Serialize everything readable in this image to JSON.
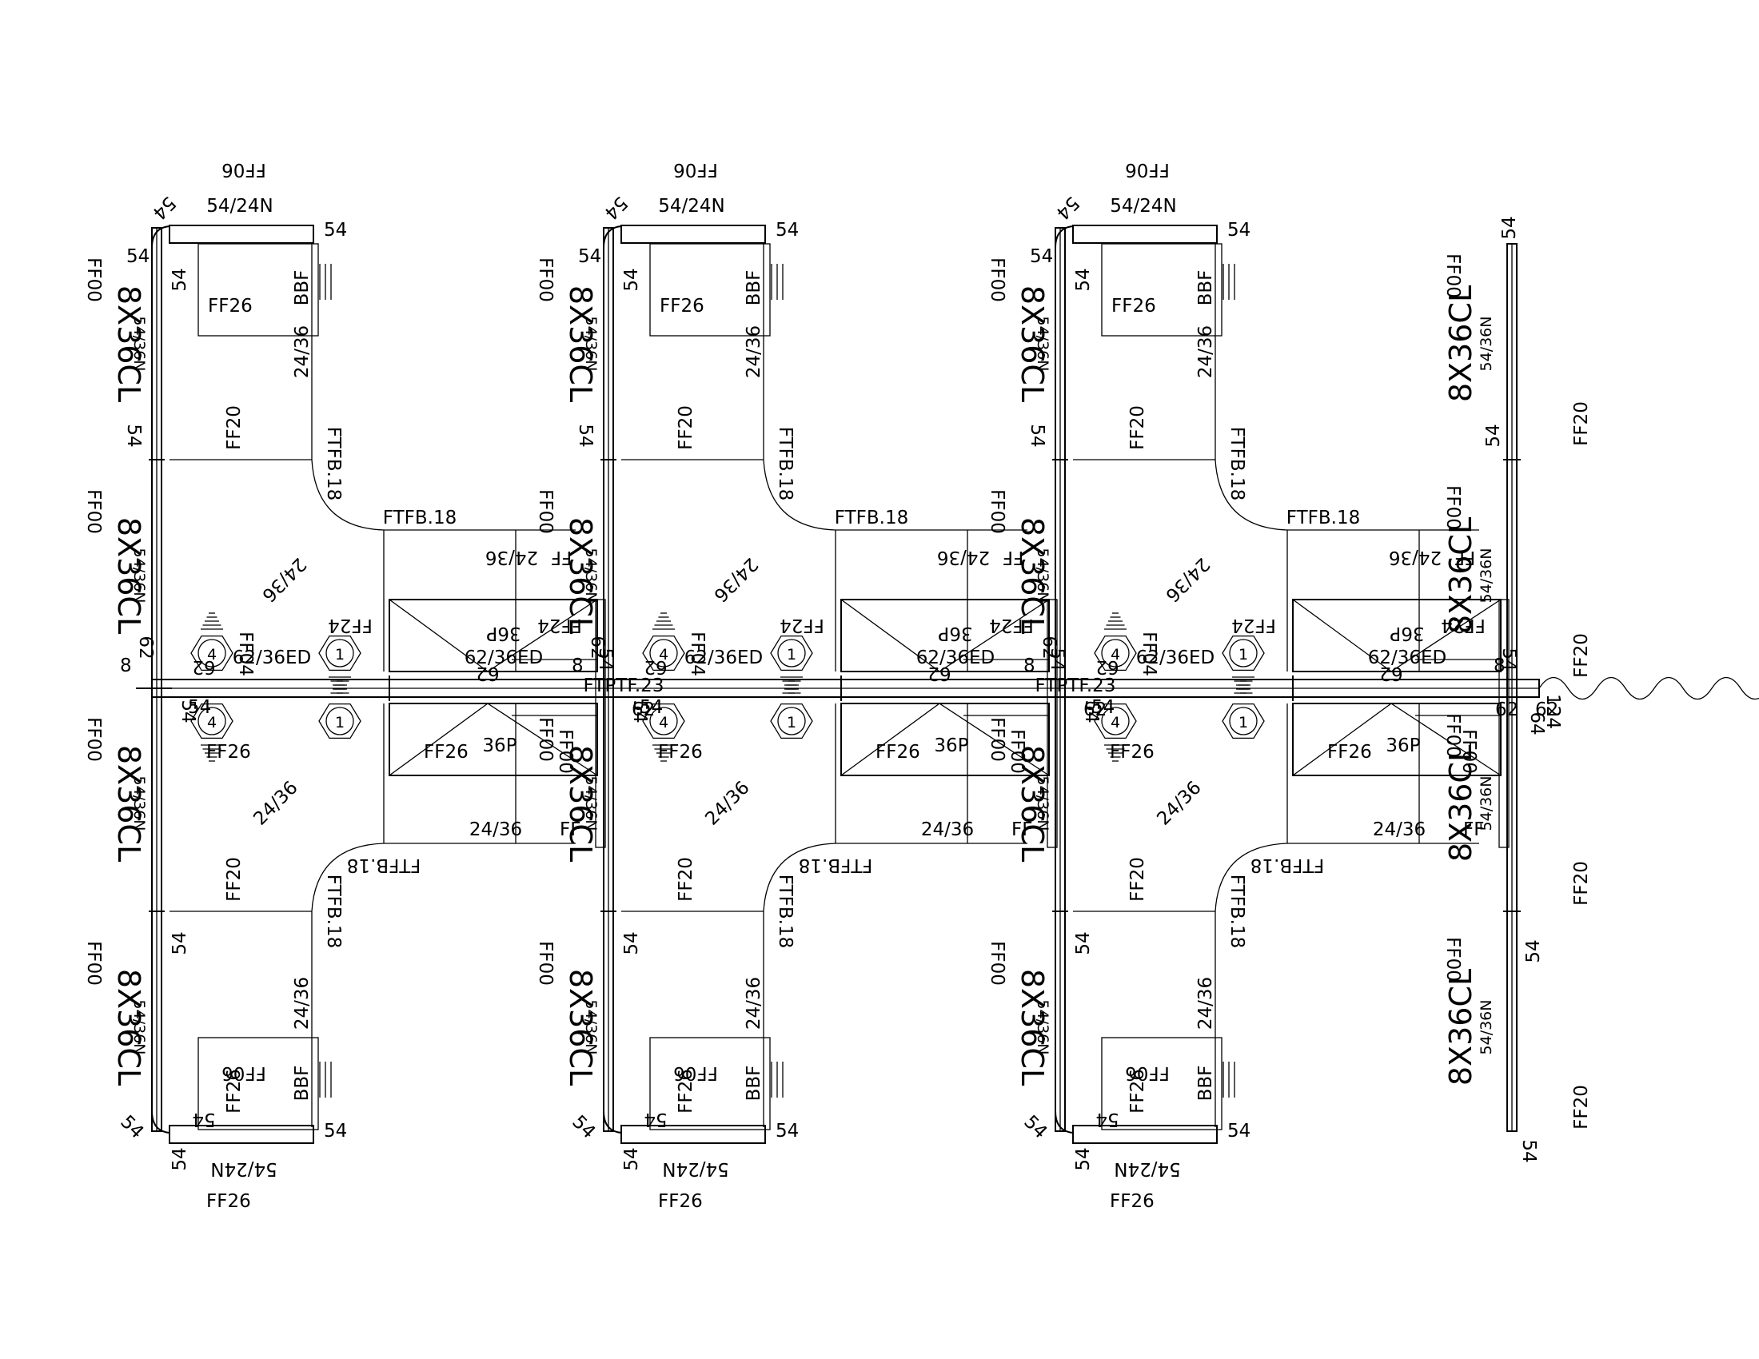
{
  "labels": {
    "top_panel": "54/24N",
    "panel_54": "54",
    "bbf": "BBF",
    "ff": "FF",
    "ff20": "FF20",
    "ff24": "FF24",
    "ff26": "FF26",
    "ff04": "FF04",
    "ff06": "FF06",
    "ff00": "FF00",
    "ftfb": "FTFB.18",
    "ftptf": "FTPTF.23",
    "w2436": "24/36",
    "w6236": "62/36ED",
    "p36": "36P",
    "d62": "62",
    "panel_v": "8X36CL",
    "side_panel": "54/36N",
    "chair_1": "1",
    "chair_4": "4",
    "d8": "8",
    "d124": "124",
    "d64": "64"
  },
  "colors": {
    "line": "#000000",
    "background": "#ffffff"
  }
}
